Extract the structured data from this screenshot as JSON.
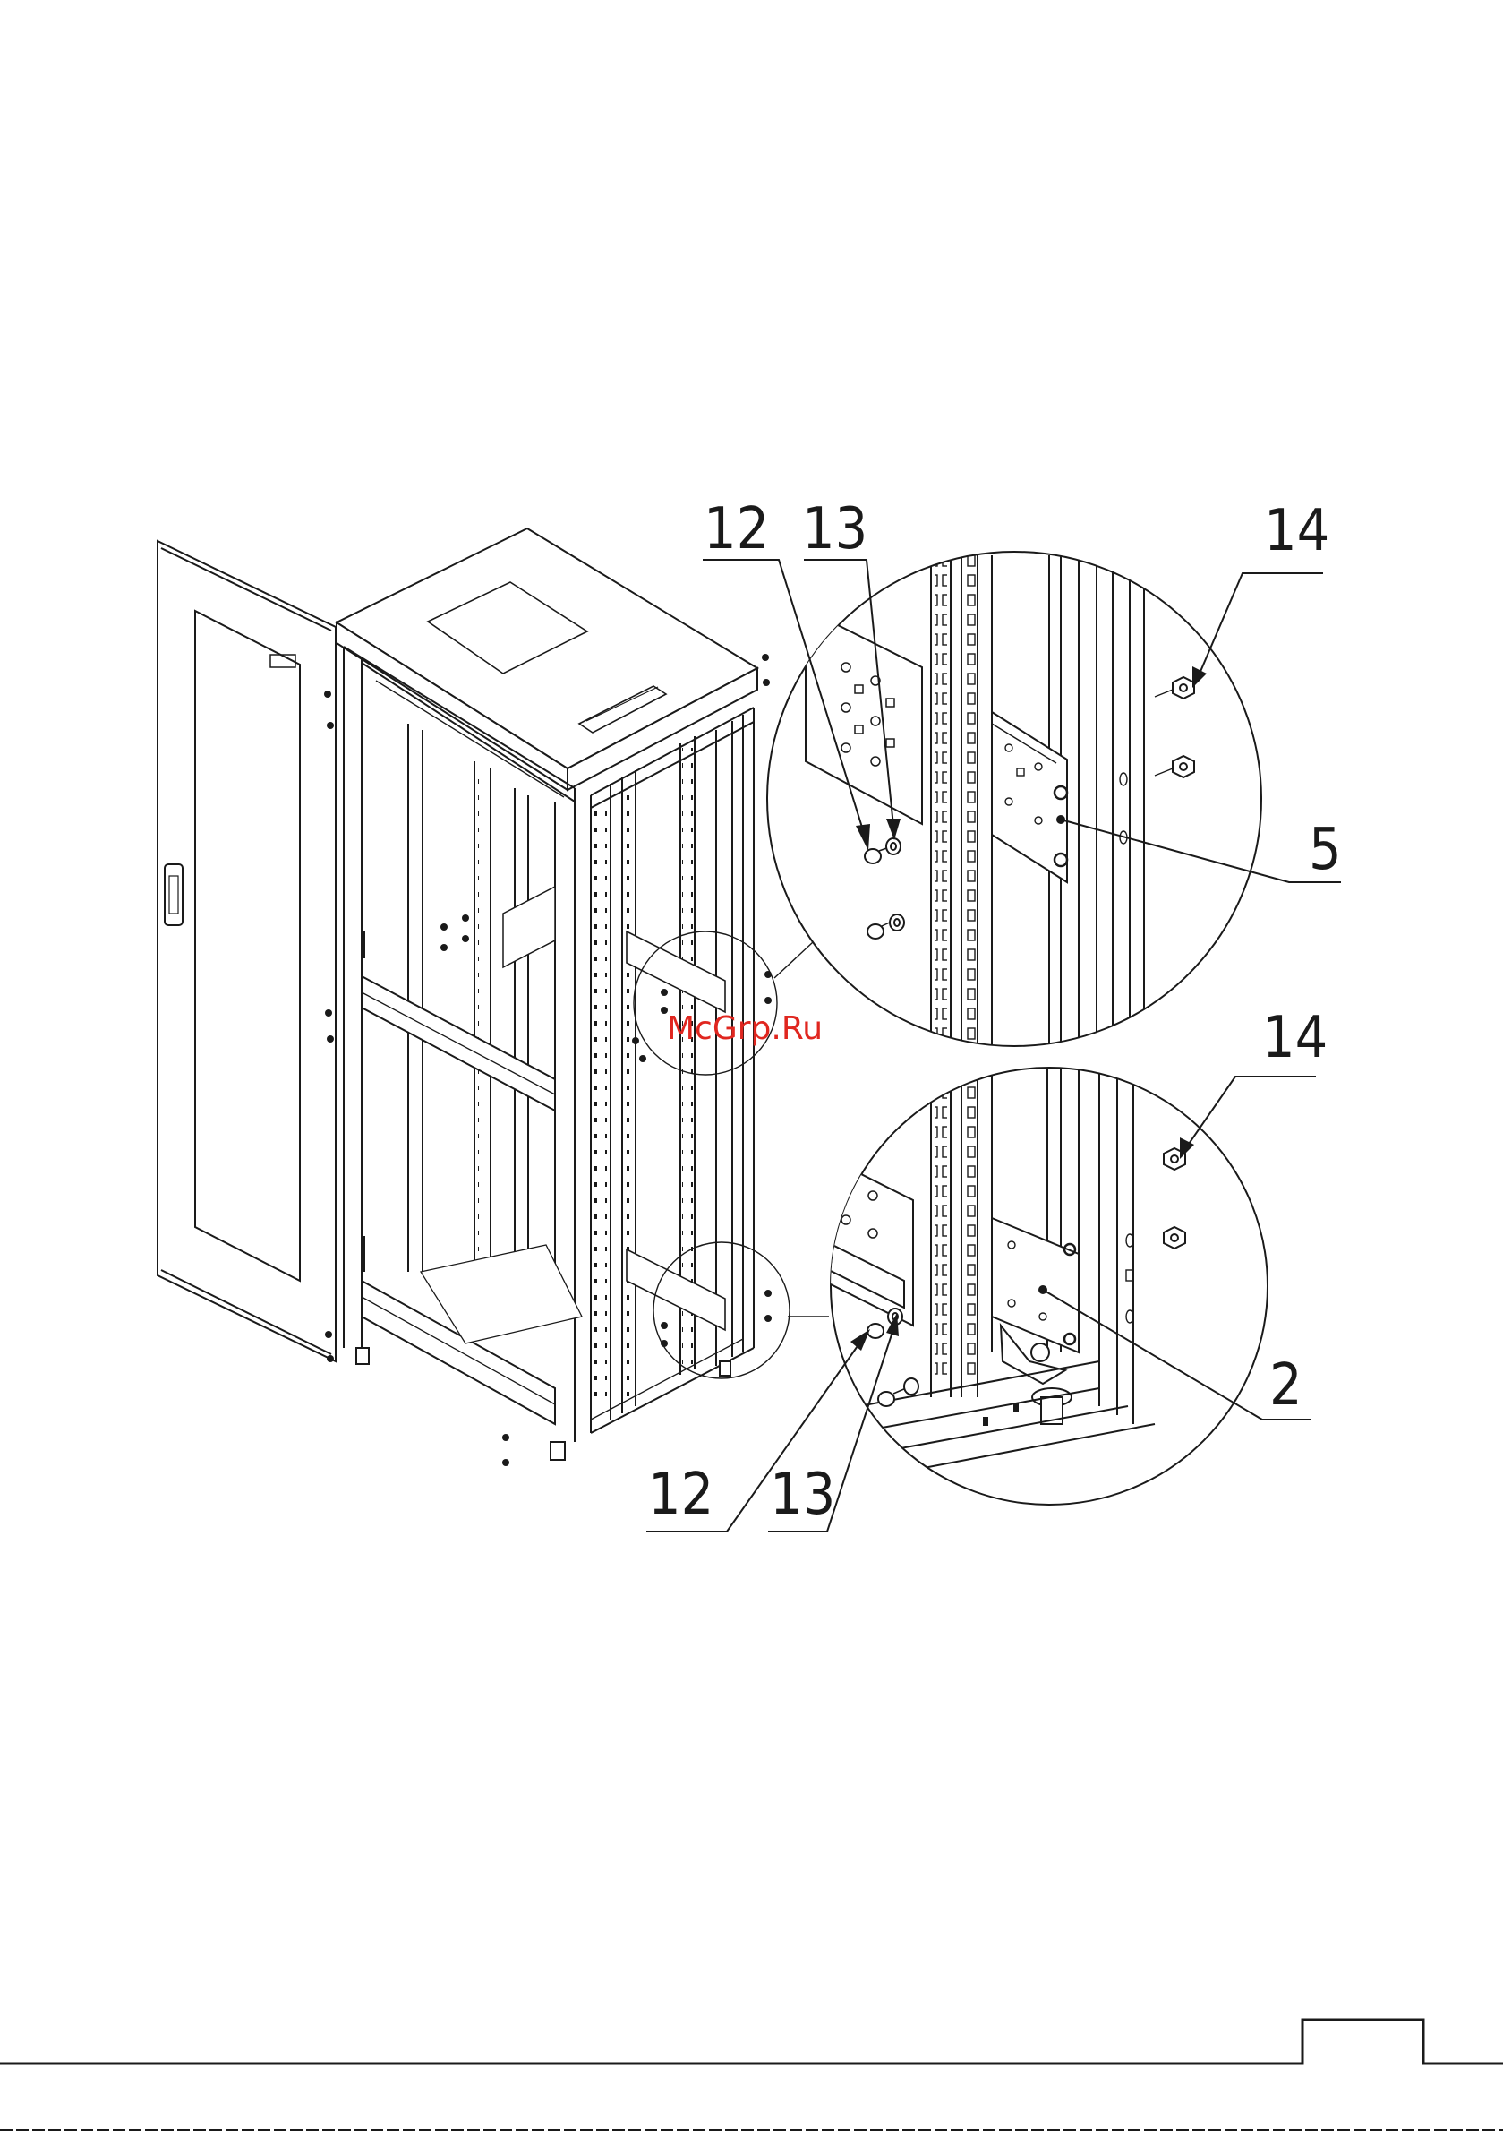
{
  "callouts": {
    "top_12": "12",
    "top_13": "13",
    "top_14": "14",
    "top_5": "5",
    "bottom_14": "14",
    "bottom_2": "2",
    "bottom_12": "12",
    "bottom_13": "13"
  },
  "watermark": "McGrp.Ru",
  "colors": {
    "line": "#1a1a1a",
    "watermark": "#e0261f",
    "background": "#ffffff"
  }
}
